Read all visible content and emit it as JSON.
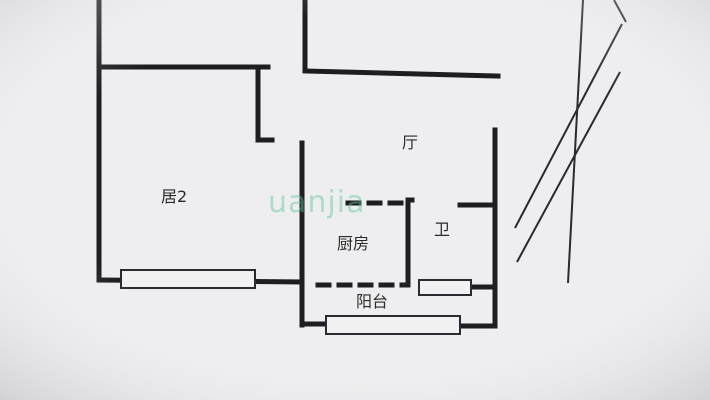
{
  "rooms": {
    "ju2": "居2",
    "ting": "厅",
    "chufang": "厨房",
    "wei": "卫",
    "yangtai": "阳台"
  },
  "watermark": "uanjia"
}
